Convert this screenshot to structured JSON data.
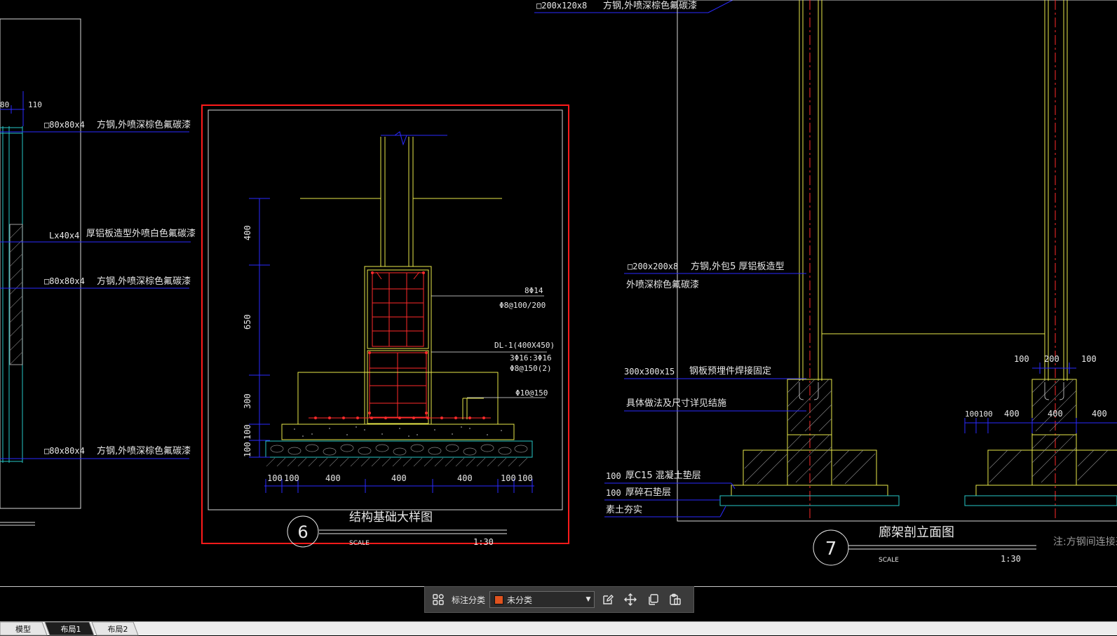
{
  "colors": {
    "background": "#000000",
    "line_yellow": "#e8e84a",
    "line_blue": "#2a2aff",
    "line_red": "#ff2a2a",
    "line_cyan": "#26c6c6",
    "frame_white": "#dcdcdc",
    "selection_red": "#ff1a1a",
    "text_white": "#e8e8e8",
    "category_swatch": "#e0531f"
  },
  "left_panel": {
    "dims": [
      "80",
      "110"
    ],
    "callouts": [
      {
        "spec": "□80x80x4",
        "desc": "方钢,外喷深棕色氟碳漆"
      },
      {
        "spec": "Lx40x4",
        "desc": "厚铝板造型外喷白色氟碳漆"
      },
      {
        "spec": "□80x80x4",
        "desc": "方钢,外喷深棕色氟碳漆"
      },
      {
        "spec": "□80x80x4",
        "desc": "方钢,外喷深棕色氟碳漆"
      }
    ]
  },
  "top_callout": {
    "spec": "□200x120x8",
    "desc": "方钢,外喷深棕色氟碳漆"
  },
  "detail6": {
    "number": "6",
    "title": "结构基础大样图",
    "scale_label": "SCALE",
    "scale_value": "1:30",
    "vdims": [
      "400",
      "650",
      "300",
      "100",
      "100"
    ],
    "hdims": [
      "100",
      "100",
      "400",
      "400",
      "400",
      "100",
      "100"
    ],
    "notes": [
      "8Φ14",
      "Φ8@100/200",
      "DL-1(400X450)",
      "3Φ16:3Φ16",
      "Φ8@150(2)",
      "Φ10@150"
    ]
  },
  "detail7": {
    "number": "7",
    "title": "廊架剖立面图",
    "scale_label": "SCALE",
    "scale_value": "1:30",
    "note": "注:方钢间连接采",
    "callouts": [
      {
        "spec": "□200x200x8",
        "desc": "方钢,外包5 厚铝板造型"
      },
      {
        "spec": "",
        "desc": "外喷深棕色氟碳漆"
      },
      {
        "spec": "300x300x15",
        "desc": "钢板预埋件焊接固定"
      },
      {
        "spec": "",
        "desc": "具体做法及尺寸详见结施"
      },
      {
        "spec": "100",
        "desc": "厚C15  混凝土垫层"
      },
      {
        "spec": "100",
        "desc": "厚碎石垫层"
      },
      {
        "spec": "",
        "desc": "素土夯实"
      }
    ],
    "dims_top": [
      "100",
      "200",
      "100"
    ],
    "dims_mid": [
      "100100",
      "400",
      "400",
      "400"
    ]
  },
  "toolbar": {
    "label": "标注分类",
    "selected_category": "未分类",
    "icons": [
      "grid-icon",
      "edit-icon",
      "move-icon",
      "copy-icon",
      "paste-icon"
    ]
  },
  "tabs": [
    {
      "label": "模型",
      "active": false
    },
    {
      "label": "布局1",
      "active": true
    },
    {
      "label": "布局2",
      "active": false
    }
  ]
}
